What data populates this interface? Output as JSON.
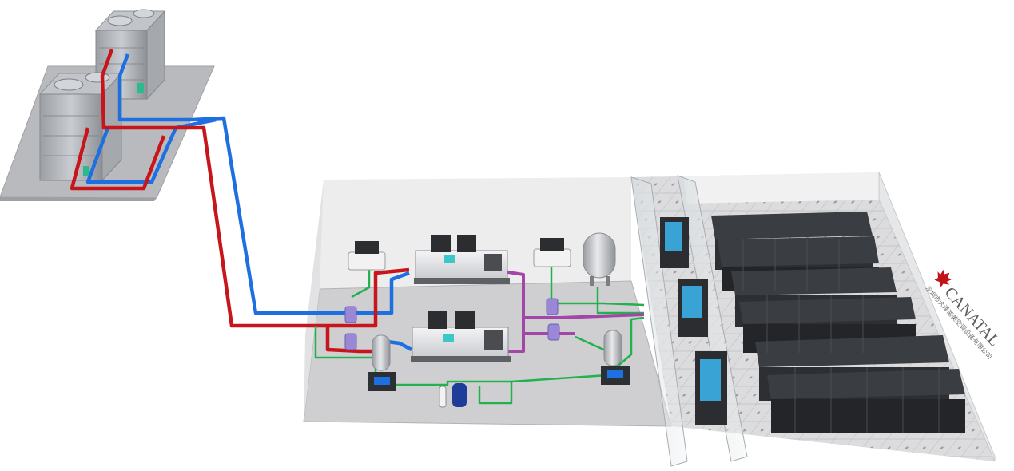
{
  "watermark": {
    "brand": "CANATAL",
    "subtitle": "深圳市大泽南美空调设备有限公司"
  },
  "colors": {
    "hot_water_pipe": "#c8151b",
    "cold_water_pipe": "#1e6fe0",
    "condensate_pipe": "#22b14c",
    "chilled_loop_pipe": "#a246a8",
    "floor": "#cfcfd1",
    "server_rack": "#2d2f33",
    "crac_screen": "#3aa3d6",
    "brand_red": "#c0131a"
  },
  "equipment": [
    {
      "name": "cooling-tower",
      "count": 2
    },
    {
      "name": "chiller",
      "count": 2
    },
    {
      "name": "pump",
      "count": 6
    },
    {
      "name": "expansion-tank",
      "count": 2
    },
    {
      "name": "storage-tank",
      "count": 1
    },
    {
      "name": "crac-unit",
      "count": 3
    },
    {
      "name": "server-rack-row",
      "count": 6
    }
  ]
}
